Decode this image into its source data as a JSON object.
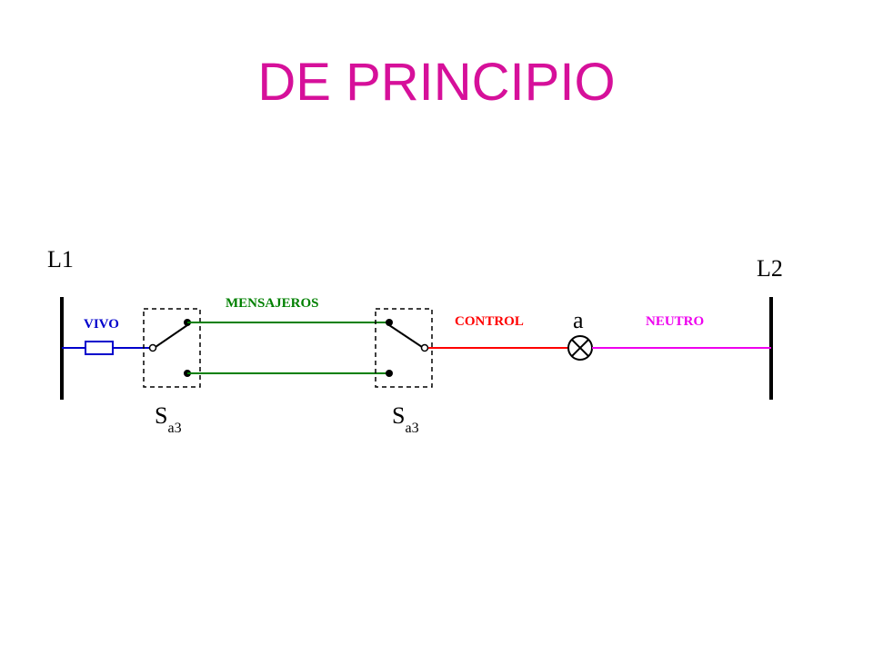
{
  "title": "DE PRINCIPIO",
  "labels": {
    "line1": "L1",
    "line2": "L2",
    "live": "VIVO",
    "messengers": "MENSAJEROS",
    "control": "CONTROL",
    "neutral": "NEUTRO",
    "lamp": "a",
    "switch_main": "S",
    "switch_sub": "a3"
  },
  "colors": {
    "title": "#d6109a",
    "live": "#0000cc",
    "messengers": "#008000",
    "control": "#ff0000",
    "neutral": "#ee00ee",
    "bus": "#000000"
  },
  "components": {
    "fuse": "fuse-symbol",
    "switches": [
      "three-way-switch-1",
      "three-way-switch-2"
    ],
    "lamp": "lamp-symbol"
  }
}
